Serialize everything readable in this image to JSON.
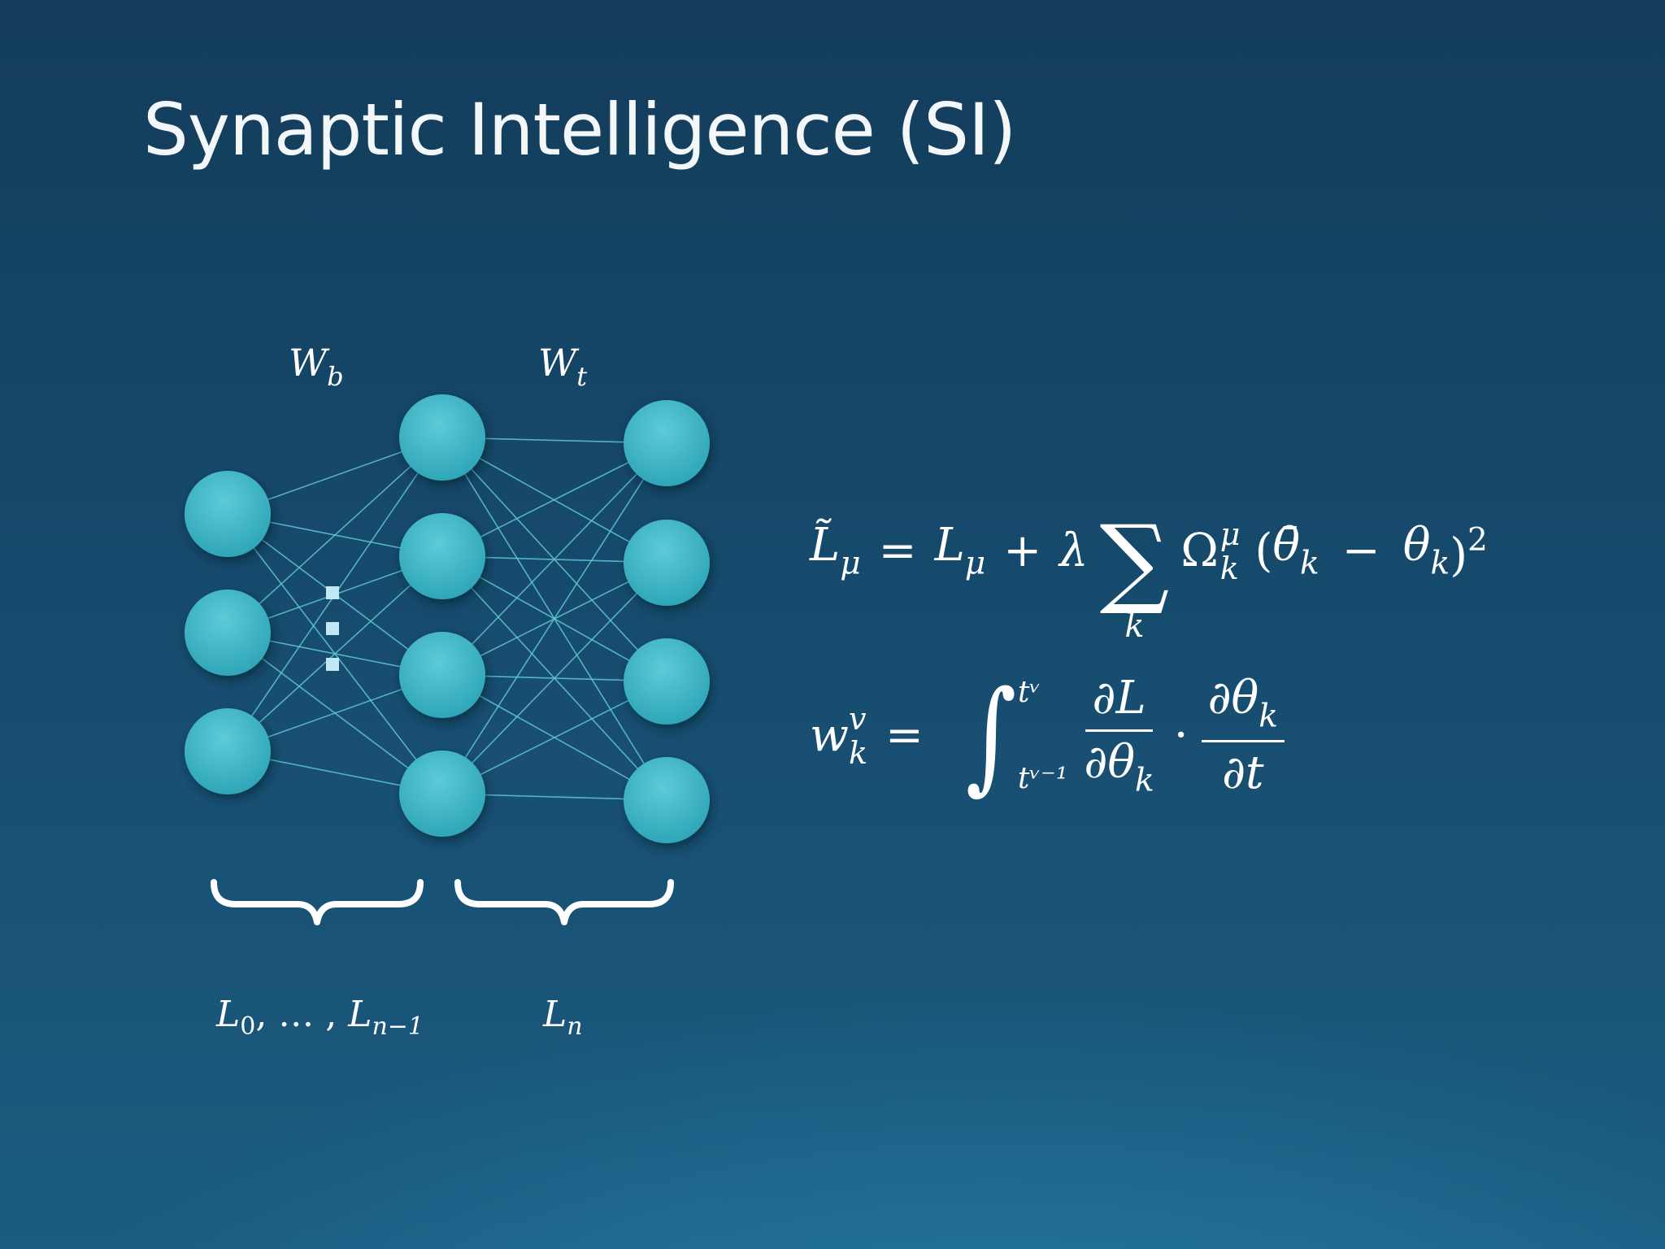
{
  "slide": {
    "title": "Synaptic Intelligence (SI)"
  },
  "diagram": {
    "label_wb": {
      "base": "W",
      "sub": "b"
    },
    "label_wt": {
      "base": "W",
      "sub": "t"
    },
    "label_lower_layers": {
      "base1": "L",
      "sub1": "0",
      "middle": ", … , ",
      "base2": "L",
      "sub2": "n−1"
    },
    "label_top_layer": {
      "base": "L",
      "sub": "n"
    },
    "node_color": "#3fb8c8",
    "edge_color": "#5fc6d4",
    "ellipsis_color": "#bfe8f2",
    "layers": [
      3,
      4,
      4
    ]
  },
  "equation1": {
    "lhs_base": "L̃",
    "lhs_sub": "μ",
    "eq": "=",
    "l_base": "L",
    "l_sub": "μ",
    "plus": "+",
    "lambda": "λ",
    "sigma": "∑",
    "sum_index": "k",
    "omega": "Ω",
    "omega_sup": "μ",
    "omega_sub": "k",
    "open_paren": "(",
    "theta_bar": "θ̄",
    "theta_bar_sub": "k",
    "minus": "−",
    "theta": "θ",
    "theta_sub": "k",
    "close_paren": ")",
    "power": "2"
  },
  "equation2": {
    "lhs_base": "w",
    "lhs_sup": "v",
    "lhs_sub": "k",
    "eq": "=",
    "integral": "∫",
    "upper_limit": "tᵛ",
    "lower_limit": "tᵛ⁻¹",
    "frac1_num": "∂L",
    "frac1_den_d": "∂θ",
    "frac1_den_sub": "k",
    "dot": "·",
    "frac2_num_d": "∂θ",
    "frac2_num_sub": "k",
    "frac2_den": "∂t"
  }
}
